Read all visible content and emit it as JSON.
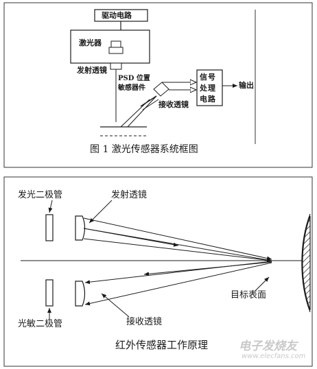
{
  "figure1": {
    "drive_circuit": "驱动电路",
    "laser": "激光器",
    "emit_lens": "发射透镜",
    "psd_line1": "PSD 位置",
    "psd_line2": "敏感器件",
    "receive_lens": "接收透镜",
    "signal_proc": "信号处理电路",
    "output": "输出",
    "caption": "图 1  激光传感器系统框图"
  },
  "figure2": {
    "emitter_diode": "发光二极管",
    "emit_lens": "发射透镜",
    "receiver_diode": "光敏二极管",
    "receive_lens": "接收透镜",
    "target_surface": "目标表面",
    "caption": "红外传感器工作原理"
  },
  "watermark": {
    "text": "电子发烧友",
    "url": "www.elecfans.com"
  }
}
